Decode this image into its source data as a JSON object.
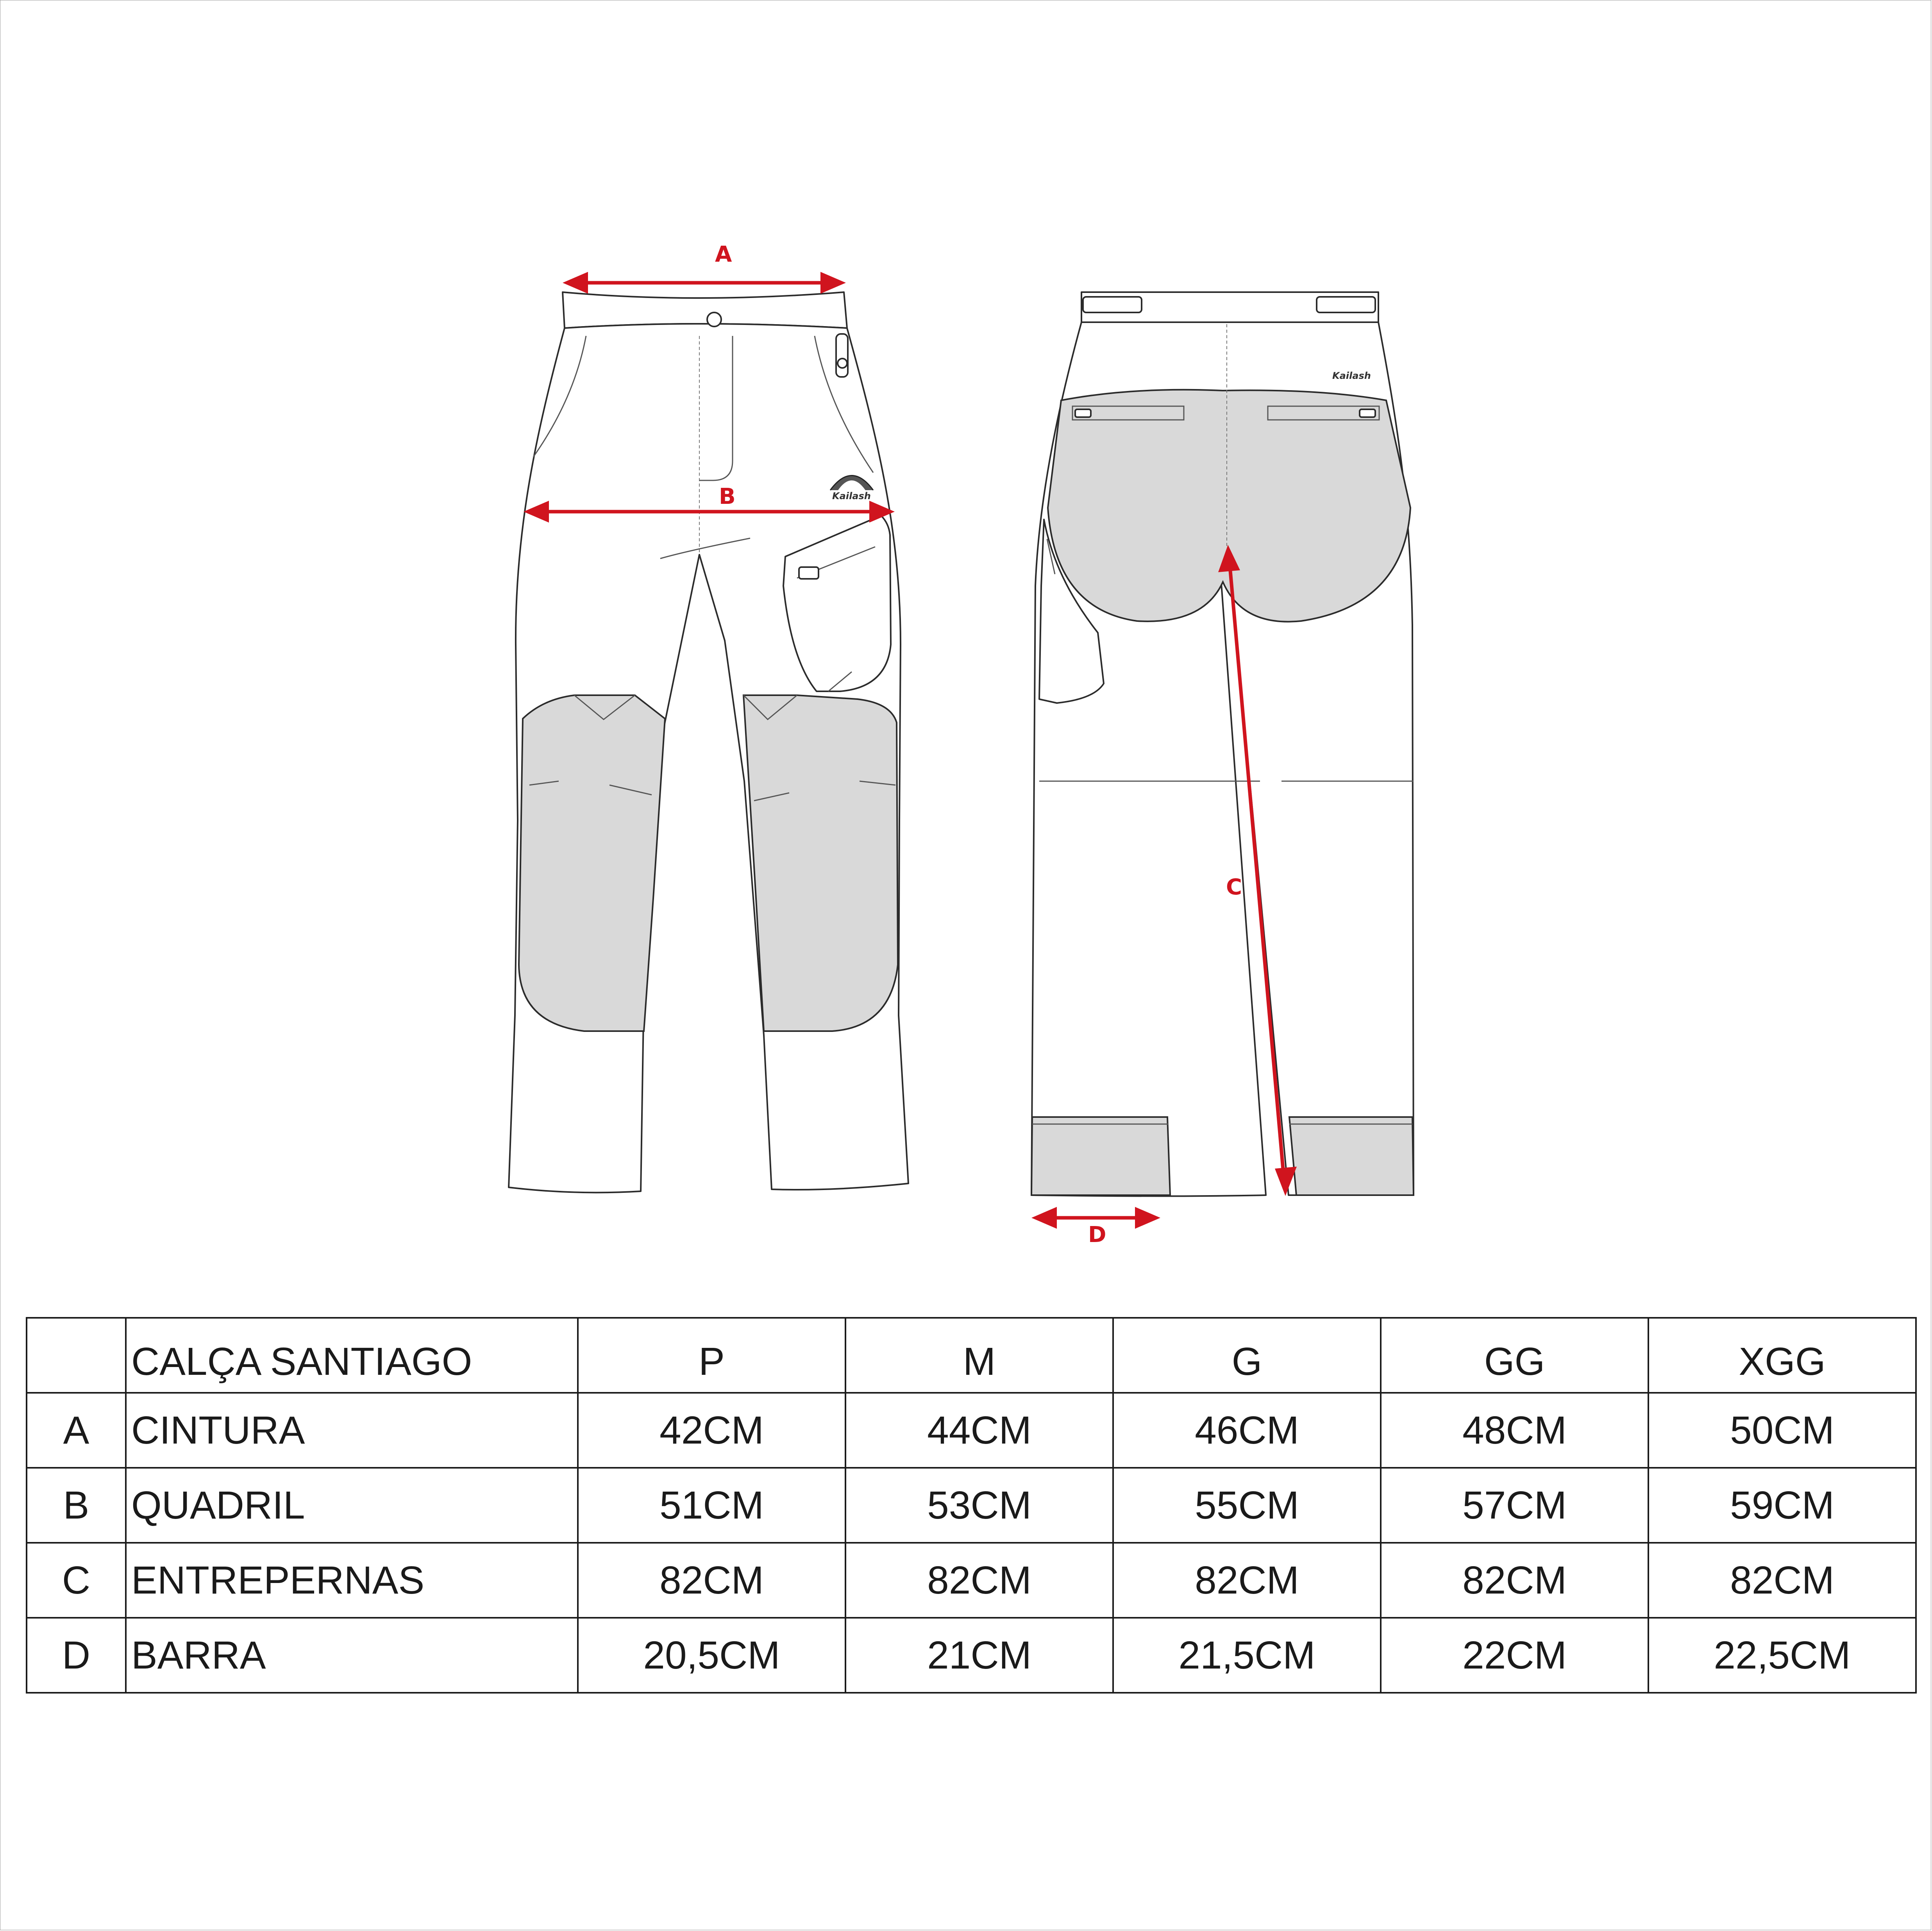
{
  "diagram": {
    "labels": {
      "a": "A",
      "b": "B",
      "c": "C",
      "d": "D"
    },
    "brand": "Kailash",
    "colors": {
      "dimension": "#d0141e",
      "panel": "#d9d9d9",
      "outline": "#2b2b2b"
    }
  },
  "table": {
    "title": "CALÇA SANTIAGO",
    "sizes": [
      "P",
      "M",
      "G",
      "GG",
      "XGG"
    ],
    "rows": [
      {
        "letter": "A",
        "name": "CINTURA",
        "values": [
          "42CM",
          "44CM",
          "46CM",
          "48CM",
          "50CM"
        ]
      },
      {
        "letter": "B",
        "name": "QUADRIL",
        "values": [
          "51CM",
          "53CM",
          "55CM",
          "57CM",
          "59CM"
        ]
      },
      {
        "letter": "C",
        "name": "ENTREPERNAS",
        "values": [
          "82CM",
          "82CM",
          "82CM",
          "82CM",
          "82CM"
        ]
      },
      {
        "letter": "D",
        "name": "BARRA",
        "values": [
          "20,5CM",
          "21CM",
          "21,5CM",
          "22CM",
          "22,5CM"
        ]
      }
    ]
  }
}
